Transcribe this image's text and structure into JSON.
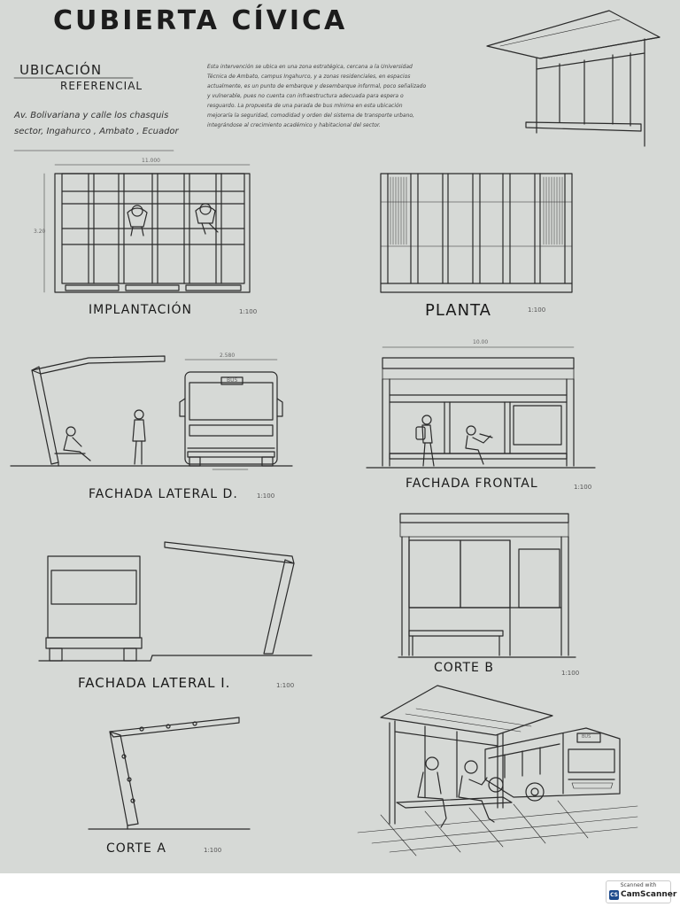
{
  "sheet": {
    "title": "CUBIERTA   CÍVICA",
    "location_title": "UBICACIÓN",
    "location_subtitle": "REFERENCIAL",
    "address_line1": "Av. Bolivariana y calle los chasquis",
    "address_line2": "sector, Ingahurco , Ambato , Ecuador",
    "description": "Esta intervención se ubica en una zona estratégica, cercana a la Universidad Técnica de Ambato, campus Ingahurco, y a zonas residenciales, en espacios actualmente, es un punto de embarque y desembarque informal, poco señalizado y vulnerable, pues no cuenta con infraestructura adecuada para espera o resguardo. La propuesta de una parada de bus mínima en esta ubicación mejoraría la seguridad, comodidad y orden del sistema de transporte urbano, integrándose al crecimiento académico y habitacional del sector."
  },
  "views": {
    "implantacion": {
      "label": "IMPLANTACIÓN",
      "scale": "1:100",
      "dim_top": "11.000",
      "dim_side": "3.20"
    },
    "planta": {
      "label": "PLANTA",
      "scale": "1:100"
    },
    "fachada_lateral_d": {
      "label": "FACHADA LATERAL D.",
      "scale": "1:100",
      "dim_bus": "2.580",
      "bus_sign": "BUS"
    },
    "fachada_frontal": {
      "label": "FACHADA FRONTAL",
      "scale": "1:100",
      "dim_top": "10.00"
    },
    "fachada_lateral_i": {
      "label": "FACHADA LATERAL I.",
      "scale": "1:100"
    },
    "corte_b": {
      "label": "CORTE B",
      "scale": "1:100"
    },
    "corte_a": {
      "label": "CORTE A",
      "scale": "1:100"
    },
    "perspective": {
      "bus_sign": "BUS"
    }
  },
  "watermark": {
    "line1": "Scanned with",
    "line2": "CamScanner",
    "logo": "CS"
  },
  "colors": {
    "paper": "#d6d9d6",
    "ink": "#2a2a2a",
    "margin": "#ffffff"
  }
}
